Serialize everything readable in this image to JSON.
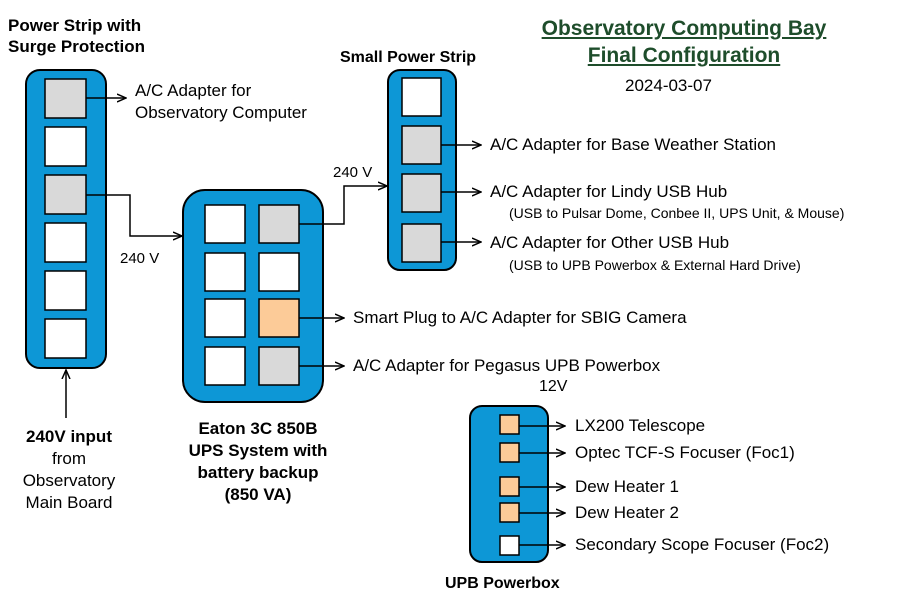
{
  "title": {
    "line1": "Observatory Computing Bay",
    "line2": "Final Configuration"
  },
  "date": "2024-03-07",
  "power_strip": {
    "title_line1": "Power Strip with",
    "title_line2": "Surge Protection",
    "outlets": [
      "used",
      "empty",
      "used",
      "empty",
      "empty",
      "empty"
    ],
    "outlet1_label_line1": "A/C Adapter for",
    "outlet1_label_line2": "Observatory Computer"
  },
  "input": {
    "line1": "240V input",
    "line2": "from",
    "line3": "Observatory",
    "line4": "Main Board"
  },
  "voltage_to_ups": "240 V",
  "ups": {
    "line1": "Eaton 3C 850B",
    "line2": "UPS System with",
    "line3": "battery backup",
    "line4": "(850 VA)",
    "smart_plug_label": "Smart Plug to A/C Adapter for SBIG Camera",
    "upb_adapter_label": "A/C Adapter for Pegasus UPB Powerbox"
  },
  "voltage_to_small_strip": "240 V",
  "small_strip": {
    "title": "Small Power Strip",
    "weather_label": "A/C Adapter for Base Weather Station",
    "lindy_label": "A/C Adapter for Lindy USB Hub",
    "lindy_sub": "(USB to Pulsar Dome, Conbee II, UPS Unit, & Mouse)",
    "other_label": "A/C Adapter for Other USB Hub",
    "other_sub": "(USB to UPB Powerbox & External Hard Drive)"
  },
  "upb": {
    "voltage": "12V",
    "title": "UPB Powerbox",
    "ports": [
      "LX200 Telescope",
      "Optec TCF-S Focuser (Foc1)",
      "Dew Heater 1",
      "Dew Heater 2",
      "Secondary Scope Focuser (Foc2)"
    ]
  },
  "colors": {
    "box_blue": "#0d97d6",
    "outlet_empty": "#ffffff",
    "outlet_used": "#d9d9d9",
    "outlet_peach": "#fccb98",
    "title_green": "#1e4d2b"
  }
}
